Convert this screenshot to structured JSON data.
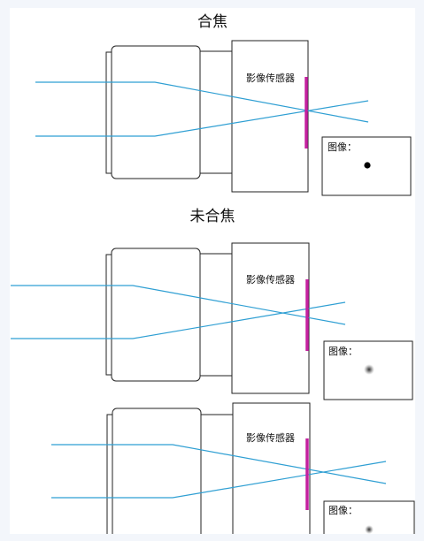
{
  "sections": [
    {
      "title": "合焦",
      "sensor_label": "影像传感器",
      "image_label": "图像：",
      "focus": "in-focus"
    },
    {
      "title": "未合焦",
      "sensor_label": "影像传感器",
      "image_label": "图像：",
      "focus": "out-of-focus"
    },
    {
      "title": "",
      "sensor_label": "影像传感器",
      "image_label": "图像：",
      "focus": "out-of-focus"
    }
  ],
  "colors": {
    "ray": "#2f9fd3",
    "sensor": "#c4209f",
    "outline": "#222222",
    "page_background": "#f3f6fb"
  }
}
